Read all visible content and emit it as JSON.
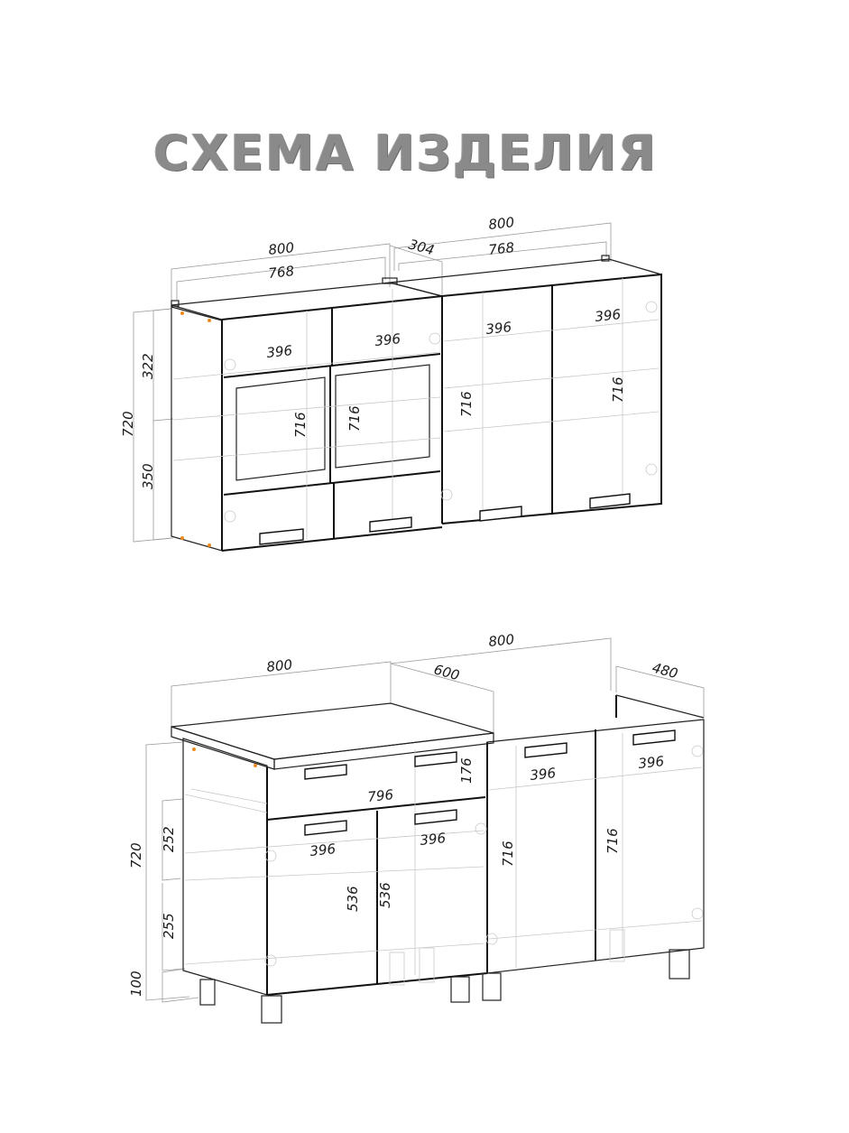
{
  "title": "СХЕМА ИЗДЕЛИЯ",
  "colors": {
    "title": "#8a8a8a",
    "lines": "#111111",
    "dimension_lines": "#9a9a9a",
    "ghost_lines": "#c8c8c8",
    "markers": "#f08a1c"
  },
  "upper_cabinets": {
    "overall_width_left": "800",
    "inner_width_left": "768",
    "depth": "304",
    "overall_width_right": "800",
    "inner_width_right": "768",
    "total_height": "720",
    "upper_section_height": "322",
    "lower_section_height": "350",
    "door_widths": [
      "396",
      "396",
      "396",
      "396"
    ],
    "door_heights": [
      "716",
      "716",
      "716",
      "716"
    ]
  },
  "lower_cabinets": {
    "countertop_width": "800",
    "countertop_depth": "600",
    "right_module_width": "800",
    "right_module_depth": "480",
    "total_height": "720",
    "upper_section_height": "252",
    "lower_section_height": "255",
    "leg_height": "100",
    "drawer_width": "796",
    "drawer_height": "176",
    "door_widths": [
      "396",
      "396",
      "396",
      "396"
    ],
    "door_heights": [
      "536",
      "536",
      "716",
      "716"
    ]
  }
}
